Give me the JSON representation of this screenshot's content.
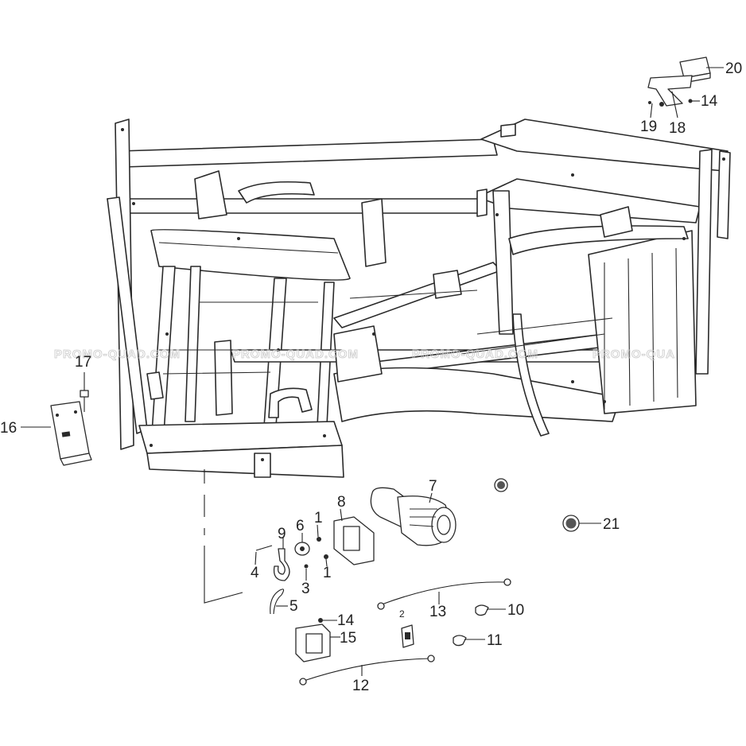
{
  "watermark": {
    "texts": [
      "PROMO-QUAD.COM",
      "PROMO-QUAD.COM",
      "PROMO-QUAD.COM",
      "PROMO-QUA"
    ]
  },
  "callouts": {
    "c1a": "1",
    "c1b": "1",
    "c2": "2",
    "c3": "3",
    "c4": "4",
    "c5": "5",
    "c6": "6",
    "c7": "7",
    "c8": "8",
    "c9": "9",
    "c10": "10",
    "c11": "11",
    "c12": "12",
    "c13": "13",
    "c14a": "14",
    "c14b": "14",
    "c15": "15",
    "c16": "16",
    "c17": "17",
    "c18": "18",
    "c19": "19",
    "c20": "20",
    "c21": "21"
  },
  "colors": {
    "line": "#2a2a2a",
    "watermark": "#c9c9c9",
    "background": "#ffffff"
  }
}
